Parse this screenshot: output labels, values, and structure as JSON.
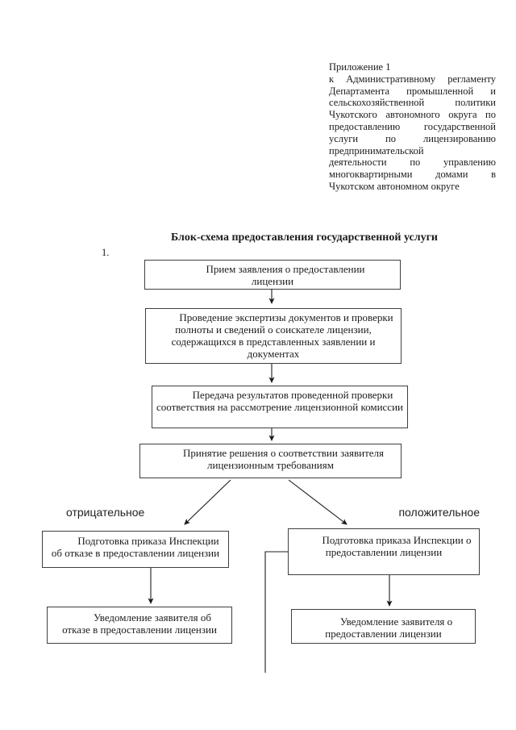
{
  "colors": {
    "ink": "#1c1c1c",
    "paper": "#ffffff",
    "box_border": "#3f3f3f"
  },
  "appendix": {
    "lines": [
      "Приложение 1",
      "к Административному регламенту",
      "Департамента промышленной и",
      "сельскохозяйственной политики",
      "Чукотского автономного округа по",
      "предоставлению государственной",
      "услуги по лицензированию",
      "предпринимательской",
      "деятельности по управлению",
      "многоквартирными домами в",
      "Чукотском автономном округе"
    ]
  },
  "flowchart": {
    "section_number": "1.",
    "title": "Блок-схема предоставления государственной услуги",
    "branch_labels": {
      "negative": "отрицательное",
      "positive": "положительное"
    },
    "boxes": [
      {
        "id": "reception",
        "text": "Прием заявления о предоставлении\nлицензии"
      },
      {
        "id": "expertise",
        "text": "Проведение экспертизы документов и проверки\nполноты и сведений о соискателе лицензии,\nсодержащихся в представленных заявлении и\nдокументах"
      },
      {
        "id": "transfer",
        "text": "Передача результатов проведенной проверки\nсоответствия на рассмотрение лицензионной комиссии"
      },
      {
        "id": "decision",
        "text": "Принятие решения о соответствии заявителя\nлицензионным требованиям"
      },
      {
        "id": "order-refusal",
        "text": "Подготовка приказа Инспекции\nоб отказе в предоставлении лицензии"
      },
      {
        "id": "order-grant",
        "text": "Подготовка приказа Инспекции о\nпредоставлении лицензии"
      },
      {
        "id": "notify-refusal",
        "text": "Уведомление заявителя об\nотказе в предоставлении лицензии"
      },
      {
        "id": "notify-grant",
        "text": "Уведомление заявителя о\nпредоставлении лицензии"
      }
    ]
  }
}
